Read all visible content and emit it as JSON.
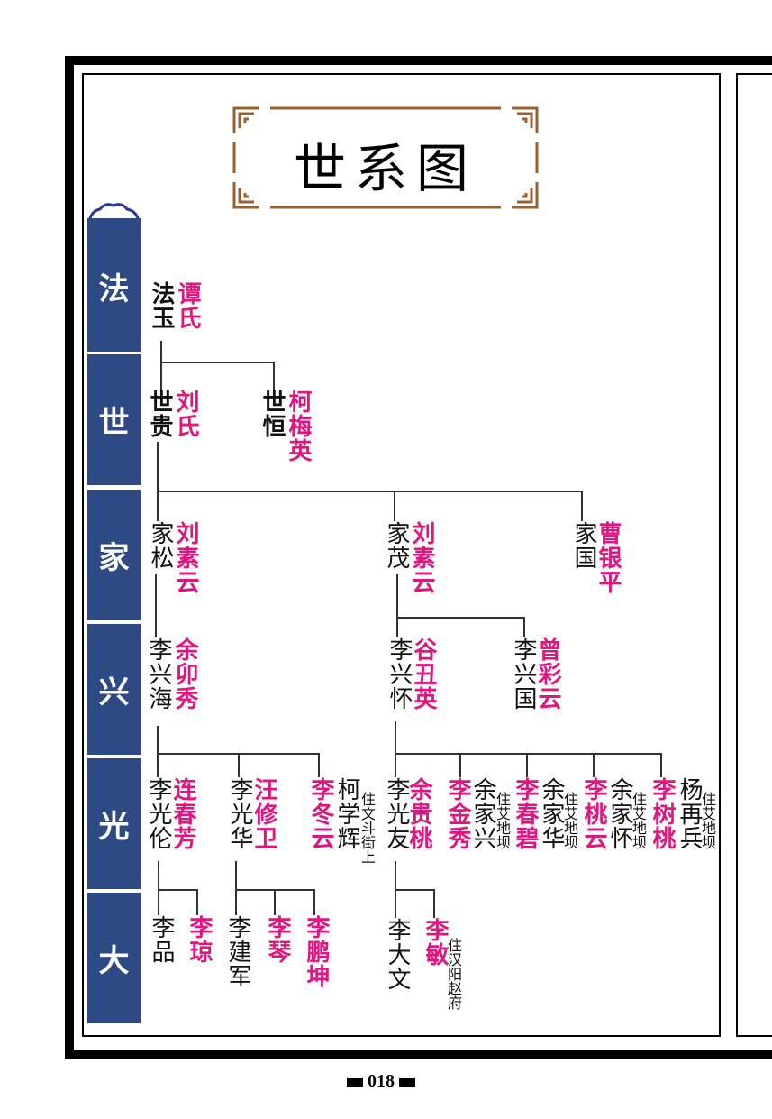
{
  "title": "世系图",
  "page_number": "018",
  "generations": [
    "法",
    "世",
    "家",
    "兴",
    "光",
    "大"
  ],
  "persons": {
    "fayu": {
      "name": "法玉",
      "spouse": "谭氏"
    },
    "shigui": {
      "name": "世贵",
      "spouse": "刘氏"
    },
    "shiheng": {
      "name": "世恒",
      "spouse": "柯梅英"
    },
    "jiasong": {
      "name": "家松",
      "spouse": "刘素云"
    },
    "jiamao": {
      "name": "家茂",
      "spouse": "刘素云"
    },
    "jiaguo": {
      "name": "家国",
      "spouse": "曹银平"
    },
    "xinghai": {
      "name": "李兴海",
      "spouse": "余卯秀"
    },
    "xinghuai": {
      "name": "李兴怀",
      "spouse": "谷丑英"
    },
    "xingguo": {
      "name": "李兴国",
      "spouse": "曾彩云"
    },
    "guanglun": {
      "name": "李光伦",
      "spouse": "连春芳"
    },
    "guanghua": {
      "name": "李光华",
      "spouse": "汪修卫"
    },
    "dongyun": {
      "name": "李冬云",
      "spouse": "柯学辉",
      "note": "住文斗街上"
    },
    "guangyou": {
      "name": "李光友",
      "spouse": "余贵桃"
    },
    "jinxiu": {
      "name": "李金秀",
      "spouse": "余家兴",
      "note": "住艾地坝"
    },
    "chunbi": {
      "name": "李春碧",
      "spouse": "余家华",
      "note": "住艾地坝"
    },
    "taoyun": {
      "name": "李桃云",
      "spouse": "余家怀",
      "note": "住艾地坝"
    },
    "shutao": {
      "name": "李树桃",
      "spouse": "杨再兵",
      "note": "住艾地坝"
    },
    "pin": {
      "name": "李品"
    },
    "qiong": {
      "name": "李琼"
    },
    "jianjun": {
      "name": "李建军"
    },
    "qin": {
      "name": "李琴"
    },
    "pengkun": {
      "name": "李鹏坤"
    },
    "dawen": {
      "name": "李大文"
    },
    "min": {
      "name": "李敏",
      "note": "住汉阳赵府"
    }
  },
  "colors": {
    "female": "#e0157f",
    "male": "#111111",
    "sidebar": "#2e4a85",
    "frame_ornament": "#9a6030"
  }
}
